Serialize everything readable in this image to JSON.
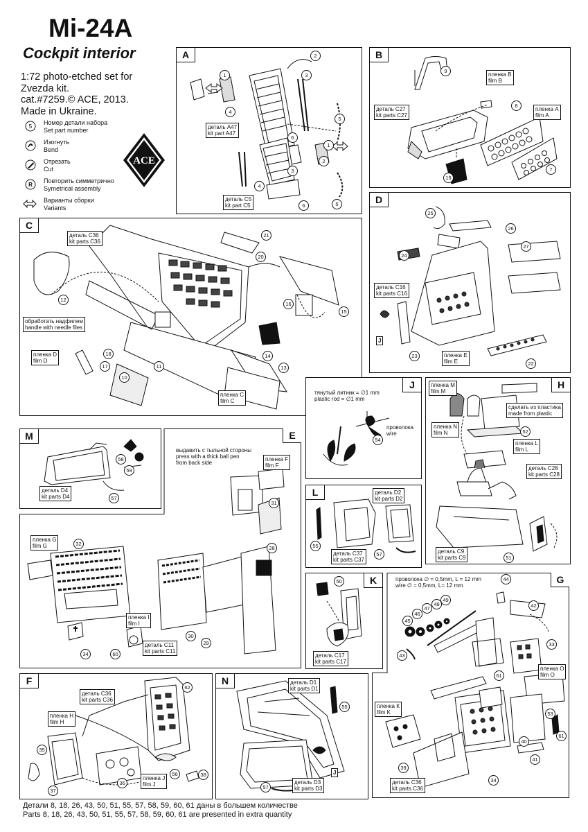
{
  "header": {
    "title": "Mi-24A",
    "subtitle": "Cockpit interior",
    "info_lines": [
      "1:72 photo-etched set for",
      "Zvezda kit.",
      "cat.#7259.© ACE, 2013.",
      "Made in Ukraine."
    ]
  },
  "legend": [
    {
      "icon": "part-number-icon",
      "symbol": "5",
      "ru": "Номер детали набора",
      "en": "Set part number"
    },
    {
      "icon": "bend-icon",
      "symbol": "",
      "ru": "Изогнуть",
      "en": "Bend"
    },
    {
      "icon": "cut-icon",
      "symbol": "",
      "ru": "Отрезать",
      "en": "Cut"
    },
    {
      "icon": "symmetrical-icon",
      "symbol": "R",
      "ru": "Повторить симметрично",
      "en": "Symetrical assembly"
    },
    {
      "icon": "variants-icon",
      "symbol": "",
      "ru": "Варианты сборки",
      "en": "Variants"
    }
  ],
  "logo": {
    "text": "ACE"
  },
  "panels": {
    "A": {
      "label": "A",
      "captions": [
        [
          "деталь А47",
          "kit part A47"
        ],
        [
          "деталь С5",
          "kit part C5"
        ]
      ],
      "parts": [
        "2",
        "1",
        "3",
        "4",
        "5",
        "6",
        "1",
        "2",
        "3",
        "4",
        "5",
        "6"
      ]
    },
    "B": {
      "label": "B",
      "captions": [
        [
          "деталь С27",
          "kit parts C27"
        ],
        [
          "пленка В",
          "film B"
        ],
        [
          "пленка А",
          "film A"
        ]
      ],
      "parts": [
        "9",
        "8",
        "7",
        "19"
      ]
    },
    "C": {
      "label": "C",
      "captions": [
        [
          "деталь С36",
          "kit parts C36"
        ],
        [
          "обработать надфилем",
          "handle with needle files"
        ],
        [
          "пленка D",
          "film D"
        ],
        [
          "пленка С",
          "film C"
        ]
      ],
      "parts": [
        "21",
        "20",
        "12",
        "16",
        "15",
        "18",
        "17",
        "11",
        "10",
        "14",
        "13"
      ]
    },
    "D": {
      "label": "D",
      "captions": [
        [
          "деталь С16",
          "kit parts C16"
        ],
        [
          "пленка Е",
          "film E"
        ]
      ],
      "parts": [
        "25",
        "26",
        "27",
        "24",
        "23",
        "22"
      ],
      "sub_label": "J"
    },
    "J": {
      "label": "J",
      "captions": [
        [
          "тянутый литник = ∅1 mm",
          "plastic rod = ∅1 mm"
        ],
        [
          "проволока",
          "wire"
        ]
      ],
      "parts": [
        "54"
      ]
    },
    "H": {
      "label": "H",
      "captions": [
        [
          "пленка М",
          "film M"
        ],
        [
          "сделать из пластика",
          "made from plastic"
        ],
        [
          "пленка N",
          "film N"
        ],
        [
          "пленка L",
          "film L"
        ],
        [
          "деталь С28",
          "kit parts C28"
        ],
        [
          "деталь С9",
          "kit parts C9"
        ]
      ],
      "parts": [
        "52",
        "51"
      ]
    },
    "M": {
      "label": "M",
      "captions": [
        [
          "деталь D4",
          "kit parts D4"
        ]
      ],
      "parts": [
        "58",
        "59",
        "57"
      ]
    },
    "E": {
      "label": "E",
      "captions": [
        [
          "выдавить с тыльной стороны",
          "press with a thick ball pen",
          "from back side"
        ],
        [
          "пленка F",
          "film F"
        ],
        [
          "пленка G",
          "film G"
        ],
        [
          "пленка I",
          "film I"
        ],
        [
          "деталь С11",
          "kit parts C11"
        ]
      ],
      "parts": [
        "31",
        "32",
        "28",
        "34",
        "60",
        "30",
        "29"
      ]
    },
    "L": {
      "label": "L",
      "captions": [
        [
          "деталь D2",
          "kit parts D2"
        ],
        [
          "деталь С37",
          "kit parts C37"
        ]
      ],
      "parts": [
        "55",
        "57"
      ]
    },
    "K": {
      "label": "K",
      "captions": [
        [
          "деталь С17",
          "kit parts C17"
        ]
      ],
      "parts": [
        "50"
      ]
    },
    "G": {
      "label": "G",
      "captions": [
        [
          "проволока ∅ = 0,5mm, L = 12 mm",
          "wire ∅ = 0,5mm, L= 12 mm"
        ],
        [
          "пленка О",
          "film O"
        ],
        [
          "пленка К",
          "film K"
        ],
        [
          "деталь С36",
          "kit parts C36"
        ]
      ],
      "parts": [
        "44",
        "45",
        "46",
        "47",
        "48",
        "49",
        "42",
        "33",
        "43",
        "61",
        "53",
        "40",
        "39",
        "34",
        "41",
        "61"
      ]
    },
    "F": {
      "label": "F",
      "captions": [
        [
          "деталь С36",
          "kit parts C36"
        ],
        [
          "пленка Н",
          "film H"
        ],
        [
          "пленка J",
          "film J"
        ]
      ],
      "parts": [
        "62",
        "35",
        "36",
        "56",
        "38",
        "37"
      ]
    },
    "N": {
      "label": "N",
      "captions": [
        [
          "деталь D1",
          "kit parts D1"
        ],
        [
          "деталь D3",
          "kit parts D3"
        ]
      ],
      "parts": [
        "55",
        "57"
      ],
      "sub_label": "J"
    }
  },
  "footer": {
    "ru": "Детали 8, 18, 26, 43, 50, 51, 55, 57, 58, 59, 60, 61 даны в большем количестве",
    "en": "Parts 8, 18, 26, 43, 50, 51, 55, 57, 58, 59, 60, 61 are presented in extra quantity"
  }
}
